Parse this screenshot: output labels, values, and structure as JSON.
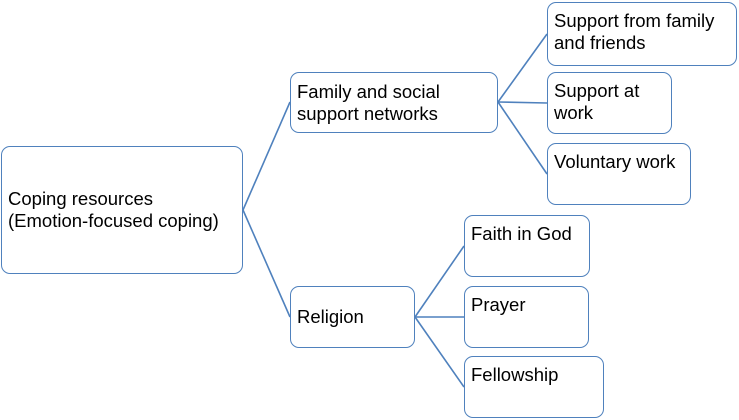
{
  "diagram": {
    "line_color": "#4f81bd",
    "border_color": "#4f81bd",
    "root": {
      "label": "Coping resources\n(Emotion-focused coping)"
    },
    "branches": [
      {
        "label": "Family and social\nsupport networks",
        "children": [
          "Support from family\nand friends",
          "Support at\nwork",
          "Voluntary work"
        ]
      },
      {
        "label": "Religion",
        "children": [
          "Faith in God",
          "Prayer",
          "Fellowship"
        ]
      }
    ]
  }
}
